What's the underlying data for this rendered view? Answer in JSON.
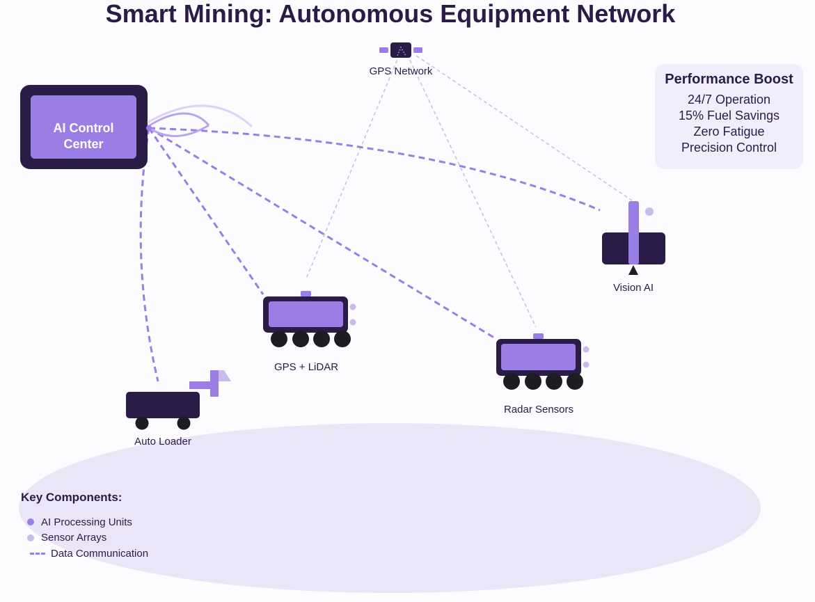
{
  "title": "Smart Mining: Autonomous Equipment Network",
  "control_center": {
    "line1": "AI Control",
    "line2": "Center"
  },
  "nodes": {
    "gps_network": "GPS Network",
    "gps_lidar": "GPS + LiDAR",
    "radar": "Radar Sensors",
    "vision": "Vision AI",
    "loader": "Auto Loader"
  },
  "performance": {
    "title": "Performance Boost",
    "items": [
      "24/7 Operation",
      "15% Fuel Savings",
      "Zero Fatigue",
      "Precision Control"
    ]
  },
  "legend": {
    "title": "Key Components:",
    "items": [
      "AI Processing Units",
      "Sensor Arrays",
      "Data Communication"
    ]
  },
  "colors": {
    "dark": "#2a1b47",
    "accent": "#9b7de6",
    "light": "#c9bcec",
    "ground": "#ebe6f7"
  }
}
